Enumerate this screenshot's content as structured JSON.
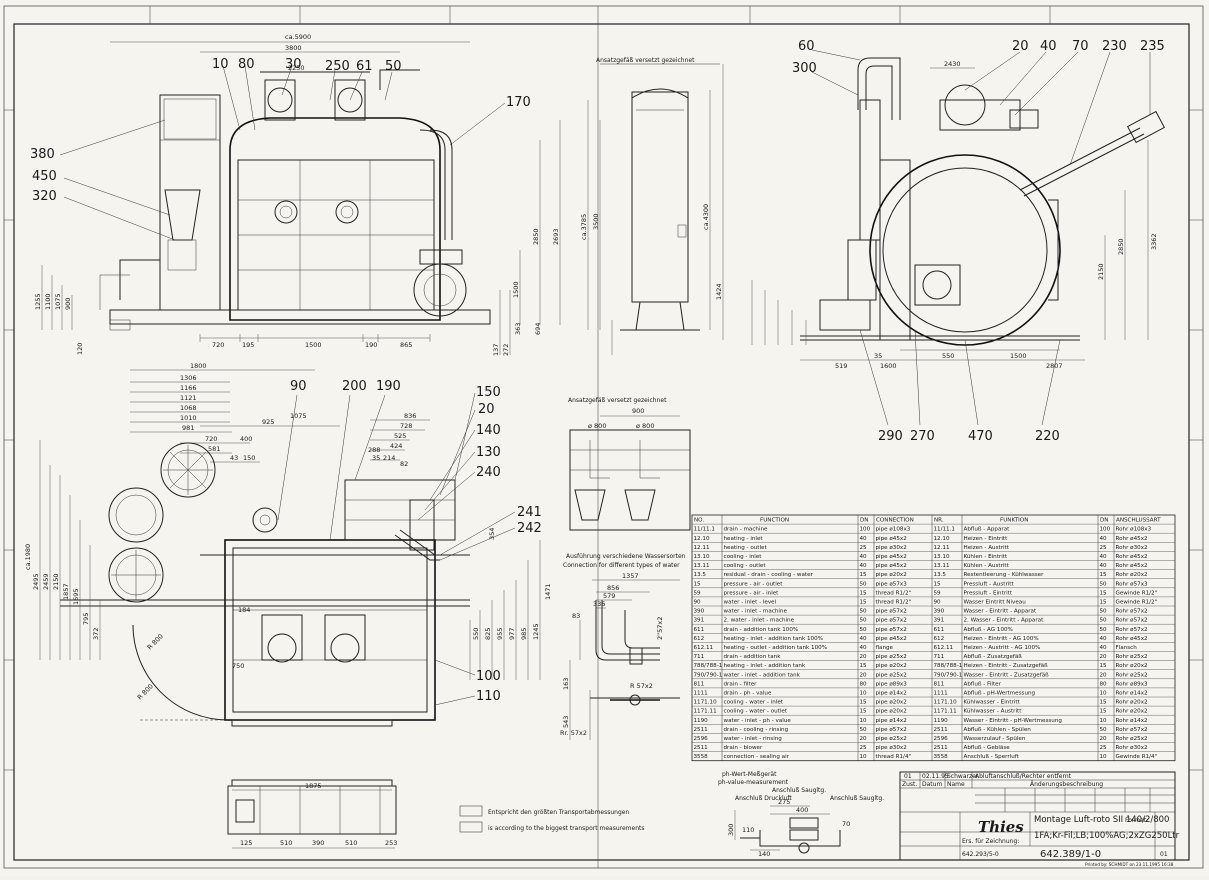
{
  "header": {
    "ansatz_top": "Ansatzgefäß versetzt gezeichnet",
    "ansatz_mid": "Ansatzgefäß versetzt gezeichnet"
  },
  "callouts": {
    "front": [
      "10",
      "80",
      "30",
      "250",
      "61",
      "50",
      "170",
      "380",
      "450",
      "320"
    ],
    "side": [
      "60",
      "300",
      "20",
      "40",
      "70",
      "230",
      "235"
    ],
    "side_bottom": [
      "290",
      "270",
      "470",
      "220"
    ],
    "plan": [
      "90",
      "200",
      "190",
      "150",
      "20",
      "140",
      "130",
      "240",
      "241",
      "242",
      "100",
      "110"
    ]
  },
  "dims": {
    "front_top": [
      "ca.5900",
      "3800",
      "2250"
    ],
    "front_bottom": [
      "720",
      "195",
      "1500",
      "190",
      "865"
    ],
    "front_left": [
      "1255",
      "1100",
      "1075",
      "900",
      "120"
    ],
    "front_right": [
      "2850",
      "2693",
      "1500",
      "137",
      "272",
      "363",
      "694"
    ],
    "tank": [
      "ca.3785",
      "3500",
      "ca.4300",
      "1424"
    ],
    "side_top": [
      "2430"
    ],
    "side_right": [
      "3362",
      "2850",
      "2150"
    ],
    "side_bottom": [
      "519",
      "35",
      "1600",
      "550",
      "1500",
      "2807"
    ],
    "plan_top": [
      "1800",
      "1306",
      "1166",
      "1121",
      "1068",
      "1010",
      "981",
      "925",
      "1075",
      "720",
      "400",
      "581",
      "43",
      "150",
      "836",
      "728",
      "525",
      "424",
      "35",
      "288",
      "214",
      "82"
    ],
    "plan_left": [
      "ca.1980",
      "2495",
      "2459",
      "2150",
      "1857",
      "1695",
      "795",
      "372"
    ],
    "plan_bottom": [
      "1875",
      "125",
      "510",
      "390",
      "510",
      "253"
    ],
    "plan_misc": [
      "750",
      "R 800",
      "R 800",
      "1471",
      "1245",
      "985",
      "977",
      "955",
      "825",
      "550",
      "354",
      "184"
    ],
    "ansatz": [
      "900",
      "ø 800",
      "ø 800"
    ],
    "water": [
      "1357",
      "856",
      "579",
      "336",
      "83",
      "2\"57x2",
      "R 57x2",
      "163",
      "543",
      "Rr. 57x2"
    ],
    "ph": [
      "275",
      "400",
      "140",
      "300",
      "110",
      "70"
    ]
  },
  "water_caption": [
    "Ausführung verschiedene Wassersorten",
    "Connection for different types of water"
  ],
  "ph_caption": [
    "ph-Wert-Meßgerät",
    "ph-value-measurement"
  ],
  "ph_labels": [
    "Anschluß Druckluft",
    "Anschluß Saugltg.",
    "Anschluß Saugltg."
  ],
  "legend": [
    {
      "de": "Entspricht den größten Transportabmessungen"
    },
    {
      "en": "is according to the biggest transport measurements"
    }
  ],
  "table": {
    "headers": [
      "NO.",
      "FUNCTION",
      "DN",
      "CONNECTION",
      "NR.",
      "FUNKTION",
      "DN",
      "ANSCHLUSSART"
    ],
    "rows": [
      [
        "11/11.1",
        "drain - machine",
        "100",
        "pipe ø108x3",
        "11/11.1",
        "Abfluß - Apparat",
        "100",
        "Rohr ø108x3"
      ],
      [
        "12.10",
        "heating - inlet",
        "40",
        "pipe ø45x2",
        "12.10",
        "Heizen - Eintritt",
        "40",
        "Rohr ø45x2"
      ],
      [
        "12.11",
        "heating - outlet",
        "25",
        "pipe ø30x2",
        "12.11",
        "Heizen - Austritt",
        "25",
        "Rohr ø30x2"
      ],
      [
        "13.10",
        "cooling - inlet",
        "40",
        "pipe ø45x2",
        "13.10",
        "Kühlen - Eintritt",
        "40",
        "Rohr ø45x2"
      ],
      [
        "13.11",
        "cooling - outlet",
        "40",
        "pipe ø45x2",
        "13.11",
        "Kühlen - Austritt",
        "40",
        "Rohr ø45x2"
      ],
      [
        "13.5",
        "residual - drain - cooling - water",
        "15",
        "pipe ø20x2",
        "13.5",
        "Restentleerung - Kühlwasser",
        "15",
        "Rohr ø20x2"
      ],
      [
        "15",
        "pressure - air - outlet",
        "50",
        "pipe ø57x3",
        "15",
        "Pressluft - Austritt",
        "50",
        "Rohr ø57x3"
      ],
      [
        "59",
        "pressure - air - inlet",
        "15",
        "thread R1/2\"",
        "59",
        "Pressluft - Eintritt",
        "15",
        "Gewinde R1/2\""
      ],
      [
        "90",
        "water - inlet - level",
        "15",
        "thread R1/2\"",
        "90",
        "Wasser Eintritt Niveau",
        "15",
        "Gewinde R1/2\""
      ],
      [
        "390",
        "water - inlet - machine",
        "50",
        "pipe ø57x2",
        "390",
        "Wasser - Eintritt - Apparat",
        "50",
        "Rohr ø57x2"
      ],
      [
        "391",
        "2. water - inlet - machine",
        "50",
        "pipe ø57x2",
        "391",
        "2. Wasser - Eintritt - Apparat",
        "50",
        "Rohr ø57x2"
      ],
      [
        "611",
        "drain - addition tank 100%",
        "50",
        "pipe ø57x2",
        "611",
        "Abfluß - AG 100%",
        "50",
        "Rohr ø57x2"
      ],
      [
        "612",
        "heating - inlet - addition tank 100%",
        "40",
        "pipe ø45x2",
        "612",
        "Heizen - Eintritt - AG 100%",
        "40",
        "Rohr ø45x2"
      ],
      [
        "612.11",
        "heating - outlet - addition tank 100%",
        "40",
        "flange",
        "612.11",
        "Heizen - Austritt - AG 100%",
        "40",
        "Flansch"
      ],
      [
        "711",
        "drain - addition tank",
        "20",
        "pipe ø25x2",
        "711",
        "Abfluß - Zusatzgefäß",
        "20",
        "Rohr ø25x2"
      ],
      [
        "788/788-1",
        "heating - inlet - addition tank",
        "15",
        "pipe ø20x2",
        "788/788-1",
        "Heizen - Eintritt - Zusatzgefäß",
        "15",
        "Rohr ø20x2"
      ],
      [
        "790/790-1",
        "water - inlet - addition tank",
        "20",
        "pipe ø25x2",
        "790/790-1",
        "Wasser - Eintritt - Zusatzgefäß",
        "20",
        "Rohr ø25x2"
      ],
      [
        "811",
        "drain - filter",
        "80",
        "pipe ø89x3",
        "811",
        "Abfluß - Filter",
        "80",
        "Rohr ø89x3"
      ],
      [
        "1111",
        "drain - ph - value",
        "10",
        "pipe ø14x2",
        "1111",
        "Abfluß - pH-Wertmessung",
        "10",
        "Rohr ø14x2"
      ],
      [
        "1171.10",
        "cooling - water - inlet",
        "15",
        "pipe ø20x2",
        "1171.10",
        "Kühlwasser - Eintritt",
        "15",
        "Rohr ø20x2"
      ],
      [
        "1171.11",
        "cooling - water - outlet",
        "15",
        "pipe ø20x2",
        "1171.11",
        "Kühlwasser - Austritt",
        "15",
        "Rohr ø20x2"
      ],
      [
        "1190",
        "water - inlet - ph - value",
        "10",
        "pipe ø14x2",
        "1190",
        "Wasser - Eintritt - pH-Wertmessung",
        "10",
        "Rohr ø14x2"
      ],
      [
        "2511",
        "drain - cooling - rinsing",
        "50",
        "pipe ø57x2",
        "2511",
        "Abfluß - Kühlen - Spülen",
        "50",
        "Rohr ø57x2"
      ],
      [
        "2596",
        "water - inlet - rinsing",
        "20",
        "pipe ø25x2",
        "2596",
        "Wasserzulauf - Spülen",
        "20",
        "Rohr ø25x2"
      ],
      [
        "2511",
        "drain - blower",
        "25",
        "pipe ø30x2",
        "2511",
        "Abfluß - Gebläse",
        "25",
        "Rohr ø30x2"
      ],
      [
        "3558",
        "connection - sealing air",
        "10",
        "thread R1/4\"",
        "3558",
        "Anschluß - Sperrluft",
        "10",
        "Gewinde R1/4\""
      ]
    ]
  },
  "titleblock": {
    "rev_row": [
      "01",
      "02.11.95",
      "Schwarzer",
      "Abluftanschluß/Rechter entfernt"
    ],
    "rev_head": [
      "Zust.",
      "Datum",
      "Name",
      "Änderungsbeschreibung"
    ],
    "drawing_title_1": "Montage Luft-roto SII 140/2/800",
    "drawing_title_2": "1FA;Kr-Fil;LB;100%AG;2xZG250Ltr",
    "logo": "Thies",
    "number": "642.389/1-0",
    "replacement": "642.293/5-0",
    "sheet": "01",
    "format": "Format:",
    "ers_label": "Ers. für Zeichnung:",
    "footer": "Printed by: SCHMIDT on 23.11.1995 16:38"
  }
}
